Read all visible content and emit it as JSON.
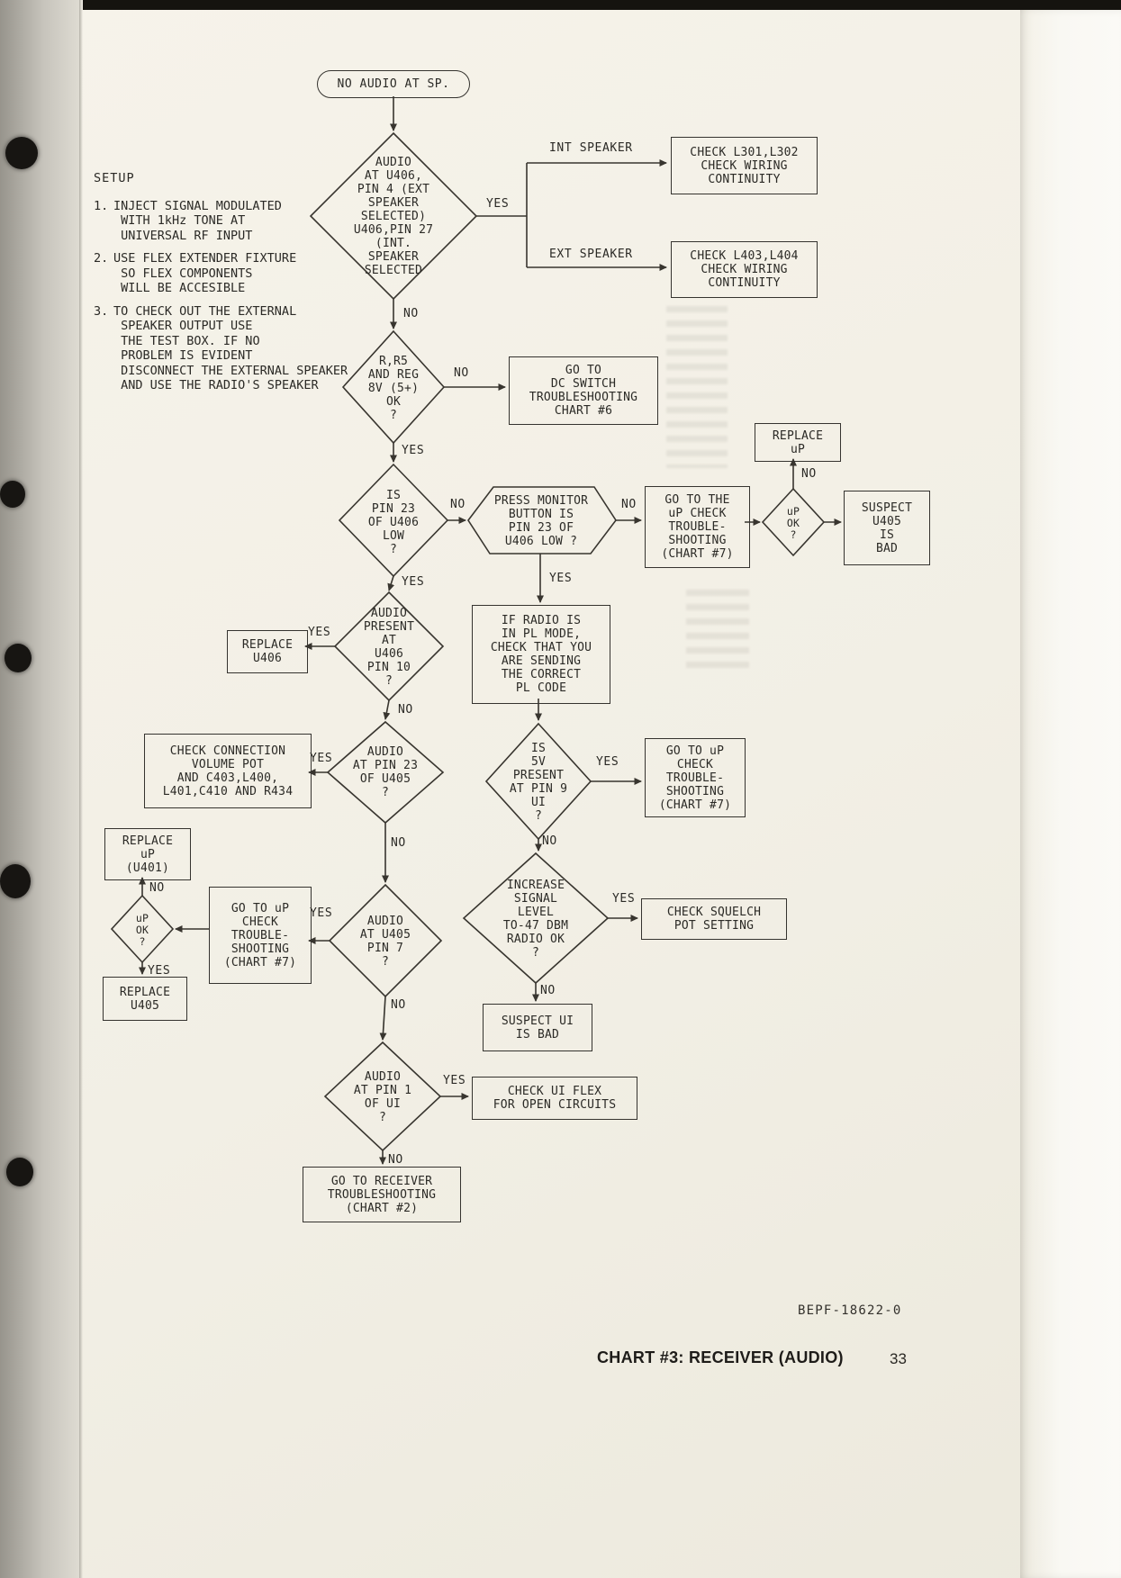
{
  "page": {
    "footer_ref": "BEPF-18622-0",
    "footer_title": "CHART #3: RECEIVER (AUDIO)",
    "page_number": "33"
  },
  "labels": {
    "yes": "YES",
    "no": "NO",
    "int_speaker": "INT SPEAKER",
    "ext_speaker": "EXT SPEAKER"
  },
  "setup": {
    "title": "SETUP",
    "items": [
      {
        "num": "1.",
        "text": "INJECT SIGNAL MODULATED\n WITH 1kHz TONE AT\n UNIVERSAL RF INPUT"
      },
      {
        "num": "2.",
        "text": "USE FLEX EXTENDER FIXTURE\n SO FLEX COMPONENTS\n WILL BE ACCESIBLE"
      },
      {
        "num": "3.",
        "text": "TO CHECK OUT THE EXTERNAL\n SPEAKER OUTPUT USE\n THE TEST BOX. IF NO\n PROBLEM IS EVIDENT\n DISCONNECT THE EXTERNAL SPEAKER\n AND USE THE RADIO'S SPEAKER"
      }
    ]
  },
  "nodes": {
    "start": "NO AUDIO AT SP.",
    "d_audio_u406": "AUDIO\nAT U406,\nPIN 4 (EXT\nSPEAKER\nSELECTED)\nU406,PIN 27\n(INT.\nSPEAKER\nSELECTED",
    "box_int_speaker": "CHECK L301,L302\nCHECK WIRING\nCONTINUITY",
    "box_ext_speaker": "CHECK L403,L404\nCHECK WIRING\nCONTINUITY",
    "d_reg_8v": "R,R5\nAND REG\n8V (5+)\nOK\n?",
    "box_dc_switch": "GO TO\nDC SWITCH\nTROUBLESHOOTING\nCHART #6",
    "d_pin23_low": "IS\nPIN 23\nOF U406\nLOW\n?",
    "hex_press_monitor": "PRESS MONITOR\nBUTTON IS\nPIN 23 OF\nU406 LOW ?",
    "box_up_check_1": "GO TO THE\nuP CHECK\nTROUBLE-\nSHOOTING\n(CHART #7)",
    "d_up_ok_1": "uP\nOK\n?",
    "box_replace_up_1": "REPLACE\nuP",
    "box_suspect_u405": "SUSPECT\nU405\nIS\nBAD",
    "box_pl_mode": "IF RADIO IS\nIN PL MODE,\nCHECK THAT YOU\nARE SENDING\nTHE CORRECT\nPL CODE",
    "d_5v_pin9": "IS\n5V\nPRESENT\nAT PIN 9\nUI\n?",
    "box_up_check_2": "GO TO uP\nCHECK\nTROUBLE-\nSHOOTING\n(CHART #7)",
    "d_increase_signal": "INCREASE\nSIGNAL\nLEVEL\nTO-47 DBM\nRADIO OK\n?",
    "box_squelch": "CHECK SQUELCH\nPOT SETTING",
    "box_suspect_ui": "SUSPECT UI\nIS BAD",
    "d_audio_pin10": "AUDIO\nPRESENT\nAT\nU406\nPIN 10\n?",
    "box_replace_u406": "REPLACE\nU406",
    "d_audio_pin23_u405": "AUDIO\nAT PIN 23\nOF U405\n?",
    "box_check_connection": "CHECK CONNECTION\nVOLUME POT\nAND C403,L400,\nL401,C410 AND R434",
    "d_audio_u405_pin7": "AUDIO\nAT U405\nPIN 7\n?",
    "box_up_check_3": "GO TO uP\nCHECK\nTROUBLE-\nSHOOTING\n(CHART #7)",
    "d_up_ok_2": "uP\nOK\n?",
    "box_replace_up_u401": "REPLACE\nuP\n(U401)",
    "box_replace_u405": "REPLACE\nU405",
    "d_audio_pin1_ui": "AUDIO\nAT PIN 1\nOF UI\n?",
    "box_ui_flex": "CHECK UI FLEX\nFOR OPEN CIRCUITS",
    "box_receiver": "GO TO RECEIVER\nTROUBLESHOOTING\n(CHART #2)"
  }
}
